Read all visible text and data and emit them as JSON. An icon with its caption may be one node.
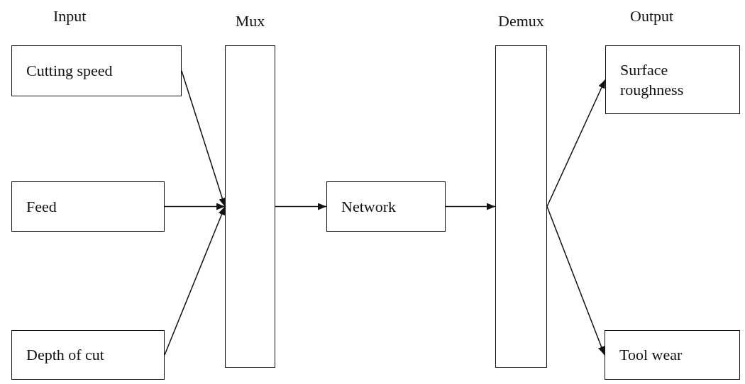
{
  "diagram": {
    "nodes": [
      {
        "text": [
          "Cutting speed"
        ]
      },
      {
        "text": [
          "Feed"
        ]
      },
      {
        "text": [
          "Depth of cut"
        ]
      },
      {
        "text": [],
        "shape": "bar",
        "beside": [
          "Mux"
        ]
      },
      {
        "text": [
          "Network"
        ]
      },
      {
        "text": [],
        "shape": "bar",
        "beside": [
          "Demux"
        ]
      },
      {
        "text": [
          "Surface roughness"
        ]
      },
      {
        "text": [
          "Tool wear"
        ]
      }
    ],
    "edges": [
      {
        "from": 0,
        "to": 3,
        "arrow": "to"
      },
      {
        "from": 1,
        "to": 3,
        "arrow": "to"
      },
      {
        "from": 2,
        "to": 3,
        "arrow": "to"
      },
      {
        "from": 3,
        "to": 4,
        "arrow": "to"
      },
      {
        "from": 4,
        "to": 5,
        "arrow": "to"
      },
      {
        "from": 5,
        "to": 6,
        "arrow": "to"
      },
      {
        "from": 5,
        "to": 7,
        "arrow": "to"
      }
    ],
    "labels": [
      "Input",
      "Output"
    ]
  }
}
